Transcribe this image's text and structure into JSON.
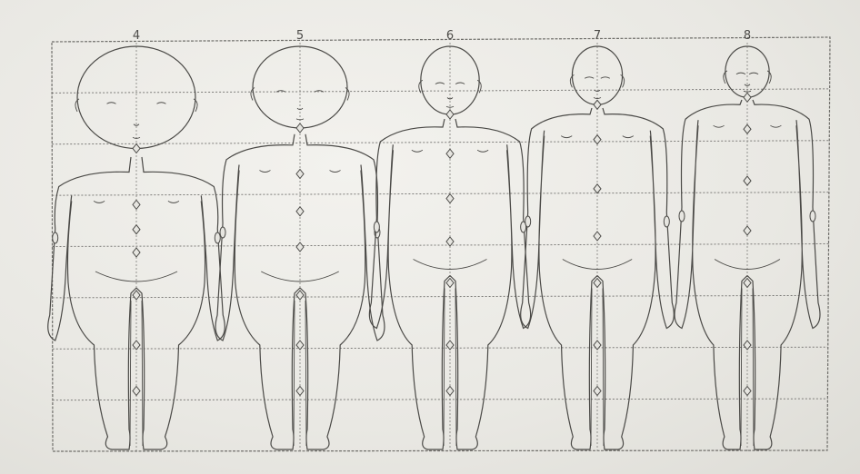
{
  "diagram": {
    "figures": [
      {
        "age_label": "4",
        "head_units": 4
      },
      {
        "age_label": "5",
        "head_units": 5
      },
      {
        "age_label": "6",
        "head_units": 6
      },
      {
        "age_label": "7",
        "head_units": 7
      },
      {
        "age_label": "8",
        "head_units": 8
      }
    ],
    "grid_rows": 8,
    "colors": {
      "paper": "#ecebe6",
      "line": "#4a4946",
      "grid": "#7c7b78"
    },
    "icon": "proportion-chart-icon"
  }
}
